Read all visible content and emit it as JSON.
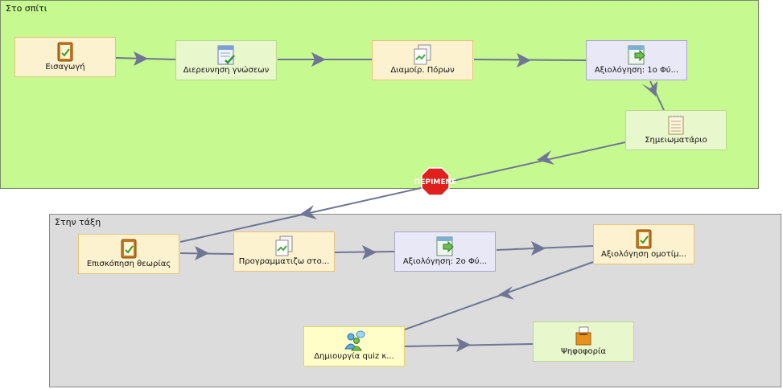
{
  "regions": {
    "home": {
      "label": "Στο σπίτι",
      "color": "#c6fa90"
    },
    "class": {
      "label": "Στην τάξη",
      "color": "#dcdcdc"
    }
  },
  "nodes": {
    "intro": {
      "label": "Εισαγωγή",
      "icon": "notepad-icon"
    },
    "knowledge": {
      "label": "Διερευνηση γνώσεων",
      "icon": "checklist-icon"
    },
    "resources": {
      "label": "Διαμοίρ. Πόρων",
      "icon": "documents-icon"
    },
    "eval1": {
      "label": "Αξιολόγηση: 1ο Φύ...",
      "icon": "assessment-icon"
    },
    "notebook": {
      "label": "Σημειωματάριο",
      "icon": "notebook-icon"
    },
    "review": {
      "label": "Επισκόπηση θεωρίας",
      "icon": "notepad-icon"
    },
    "program": {
      "label": "Προγραμματιζω στο...",
      "icon": "documents-icon"
    },
    "eval2": {
      "label": "Αξιολόγηση: 2ο Φύ...",
      "icon": "assessment-icon"
    },
    "peer": {
      "label": "Αξιολόγηση ομοτίμ...",
      "icon": "notepad-icon"
    },
    "quiz": {
      "label": "Δημιουργία quiz κ...",
      "icon": "people-icon"
    },
    "vote": {
      "label": "Ψηφοφορία",
      "icon": "ballot-box-icon"
    }
  },
  "gate": {
    "label": "ΠΕΡΙΜΕΝΕ",
    "icon": "stop-sign-icon",
    "color": "#e0201c"
  },
  "link_color": "#6f7595"
}
